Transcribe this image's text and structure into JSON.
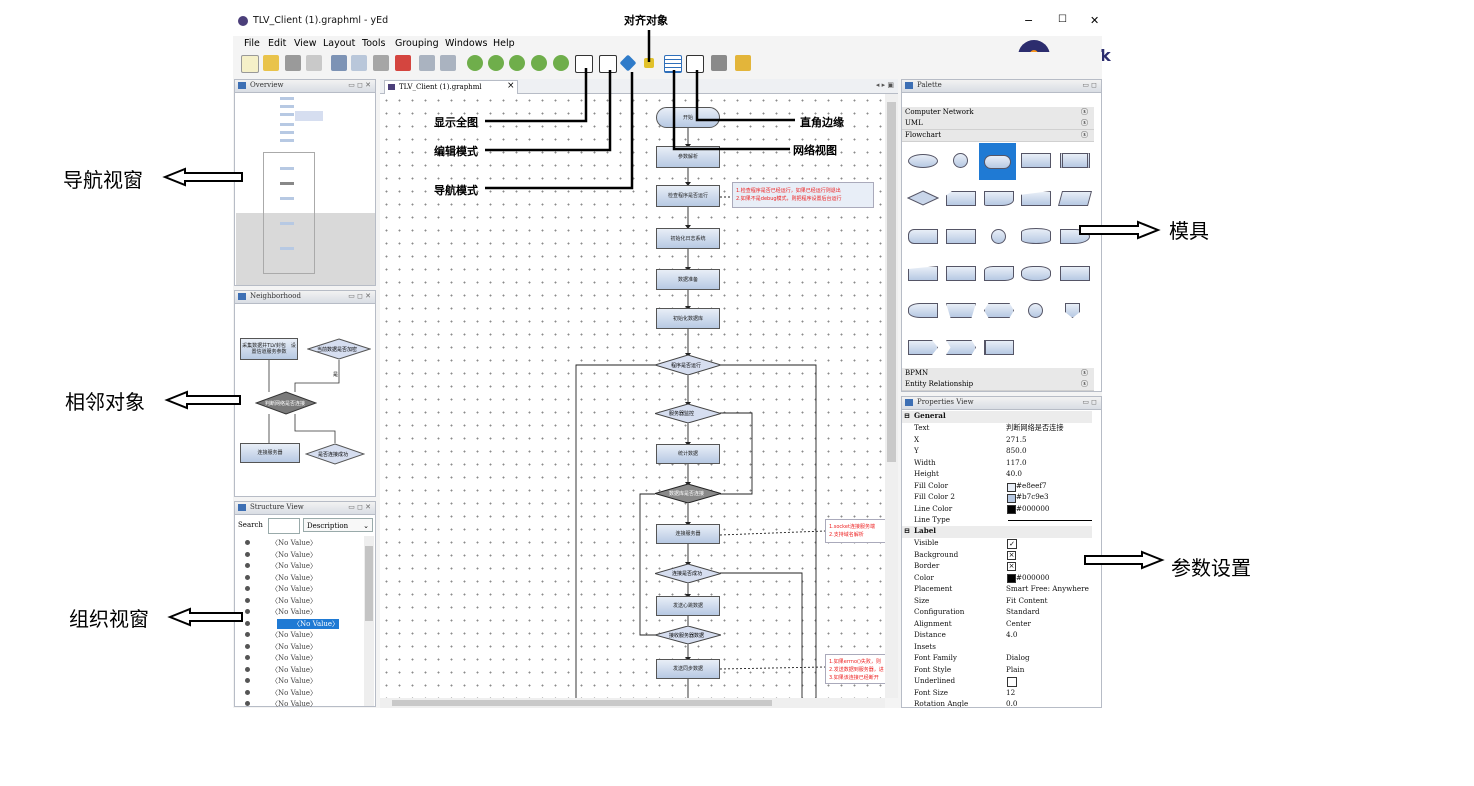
{
  "window": {
    "title": "TLV_Client (1).graphml - yEd",
    "controls": [
      "−",
      "☐",
      "✕"
    ],
    "logo_text": "ywork"
  },
  "menu": [
    "File",
    "Edit",
    "View",
    "Layout",
    "Tools",
    "Grouping",
    "Windows",
    "Help"
  ],
  "panels": {
    "overview": "Overview",
    "neighborhood": "Neighborhood",
    "structure": "Structure View",
    "palette": "Palette",
    "properties": "Properties View"
  },
  "editor_tab": {
    "label": "TLV_Client (1).graphml",
    "close": "×"
  },
  "structure": {
    "search_label": "Search",
    "dropdown": "Description",
    "rows": [
      "〈No Value〉",
      "〈No Value〉",
      "〈No Value〉",
      "〈No Value〉",
      "〈No Value〉",
      "〈No Value〉",
      "〈No Value〉",
      "〈No Value〉",
      "〈No Value〉",
      "〈No Value〉",
      "〈No Value〉",
      "〈No Value〉",
      "〈No Value〉",
      "〈No Value〉",
      "〈No Value〉"
    ]
  },
  "palette": {
    "sections_top": [
      "Computer Network",
      "UML",
      "Flowchart"
    ],
    "sections_bottom": [
      "BPMN",
      "Entity Relationship"
    ]
  },
  "properties": {
    "general_header": "General",
    "rows": [
      {
        "k": "Text",
        "v": "判断网络是否连接"
      },
      {
        "k": "X",
        "v": "271.5"
      },
      {
        "k": "Y",
        "v": "850.0"
      },
      {
        "k": "Width",
        "v": "117.0"
      },
      {
        "k": "Height",
        "v": "40.0"
      },
      {
        "k": "Fill Color",
        "v": "#e8eef7"
      },
      {
        "k": "Fill Color 2",
        "v": "#b7c9e3"
      },
      {
        "k": "Line Color",
        "v": "#000000"
      },
      {
        "k": "Line Type",
        "v": ""
      }
    ],
    "label_header": "Label",
    "label_rows": [
      {
        "k": "Visible",
        "v": ""
      },
      {
        "k": "Background",
        "v": ""
      },
      {
        "k": "Border",
        "v": ""
      },
      {
        "k": "Color",
        "v": "#000000"
      },
      {
        "k": "Placement",
        "v": "Smart Free: Anywhere"
      },
      {
        "k": "Size",
        "v": "Fit Content"
      },
      {
        "k": "Configuration",
        "v": "Standard"
      },
      {
        "k": "Alignment",
        "v": "Center"
      },
      {
        "k": "Distance",
        "v": "4.0"
      },
      {
        "k": "Insets",
        "v": ""
      },
      {
        "k": "Font Family",
        "v": "Dialog"
      },
      {
        "k": "Font Style",
        "v": "Plain"
      },
      {
        "k": "Underlined",
        "v": ""
      },
      {
        "k": "Font Size",
        "v": "12"
      },
      {
        "k": "Rotation Angle",
        "v": "0.0"
      }
    ]
  },
  "flow": {
    "nodes": [
      "开始",
      "参数解析",
      "检查程序是否运行",
      "初始化日志系统",
      "数据准备",
      "初始化数据库",
      "程序是否运行",
      "服务器监控",
      "统计数据",
      "数据库是否连接",
      "连接服务器",
      "连接是否成功",
      "发送心跳数据",
      "接收服务器数据",
      "发送同步数据"
    ],
    "note1_a": "1.检查程序是否已经运行，如果已经运行则退出",
    "note1_b": "2.如果不是debug模式，则把程序设置后台运行",
    "note2_a": "1.socket连接服务端",
    "note2_b": "2.支持域名解析",
    "note3_a": "1.如果errno()失败，则",
    "note3_b": "2.发送数据到服务器，进",
    "note3_c": "3.如果该连接已经断开"
  },
  "neighborhood": {
    "n1": "采集数据并TLV封包　设置信道服务参数",
    "n2": "当前数据是否加密",
    "n3": "判断网络是否连接",
    "n4": "连接服务器",
    "n5": "是否连接成功",
    "edge": "是"
  },
  "annotations": {
    "align": "对齐对象",
    "fit": "显示全图",
    "edit": "编辑模式",
    "nav": "导航模式",
    "orth": "直角边缘",
    "grid": "网络视图"
  },
  "callouts": {
    "nav_view": "导航视窗",
    "neighbor": "相邻对象",
    "structure": "组织视窗",
    "palette": "模具",
    "params": "参数设置"
  }
}
